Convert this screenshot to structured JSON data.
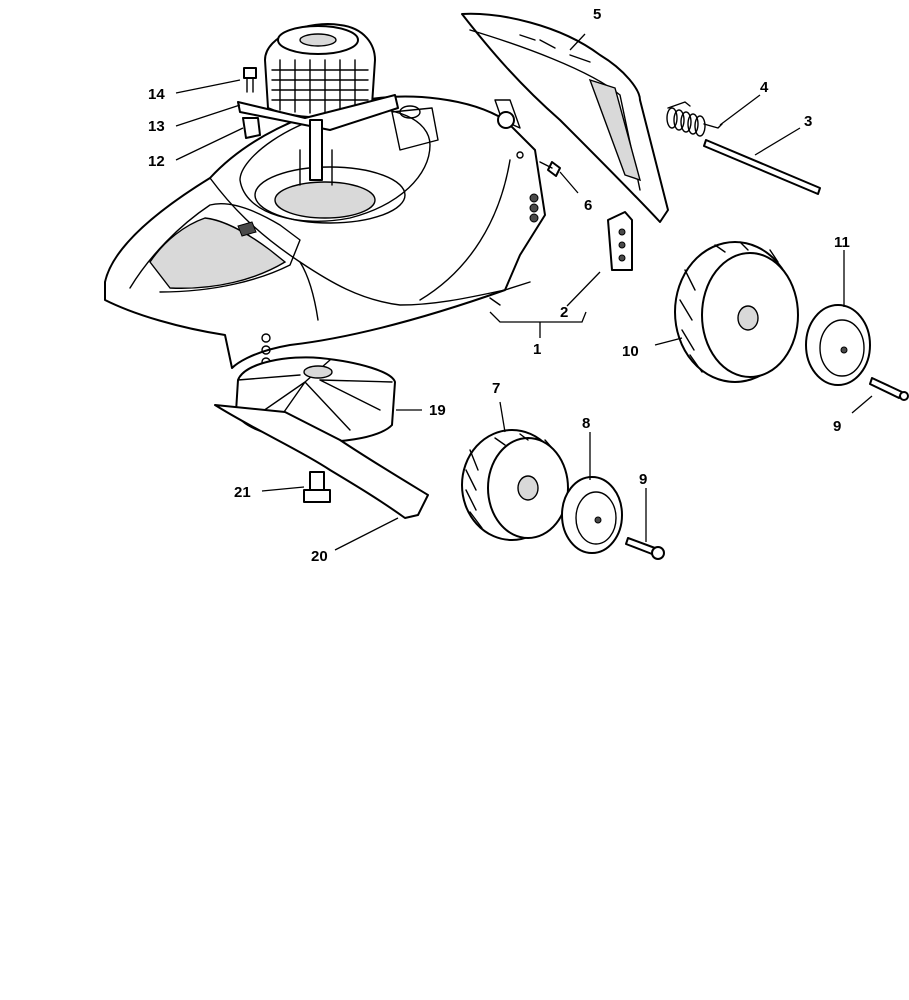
{
  "diagram": {
    "callouts": [
      {
        "id": "c1",
        "label": "1"
      },
      {
        "id": "c2",
        "label": "2"
      },
      {
        "id": "c3",
        "label": "3"
      },
      {
        "id": "c4",
        "label": "4"
      },
      {
        "id": "c5",
        "label": "5"
      },
      {
        "id": "c6",
        "label": "6"
      },
      {
        "id": "c7",
        "label": "7"
      },
      {
        "id": "c8",
        "label": "8"
      },
      {
        "id": "c9a",
        "label": "9"
      },
      {
        "id": "c9b",
        "label": "9"
      },
      {
        "id": "c10",
        "label": "10"
      },
      {
        "id": "c11",
        "label": "11"
      },
      {
        "id": "c12",
        "label": "12"
      },
      {
        "id": "c13",
        "label": "13"
      },
      {
        "id": "c14",
        "label": "14"
      },
      {
        "id": "c19",
        "label": "19"
      },
      {
        "id": "c20",
        "label": "20"
      },
      {
        "id": "c21",
        "label": "21"
      }
    ]
  }
}
